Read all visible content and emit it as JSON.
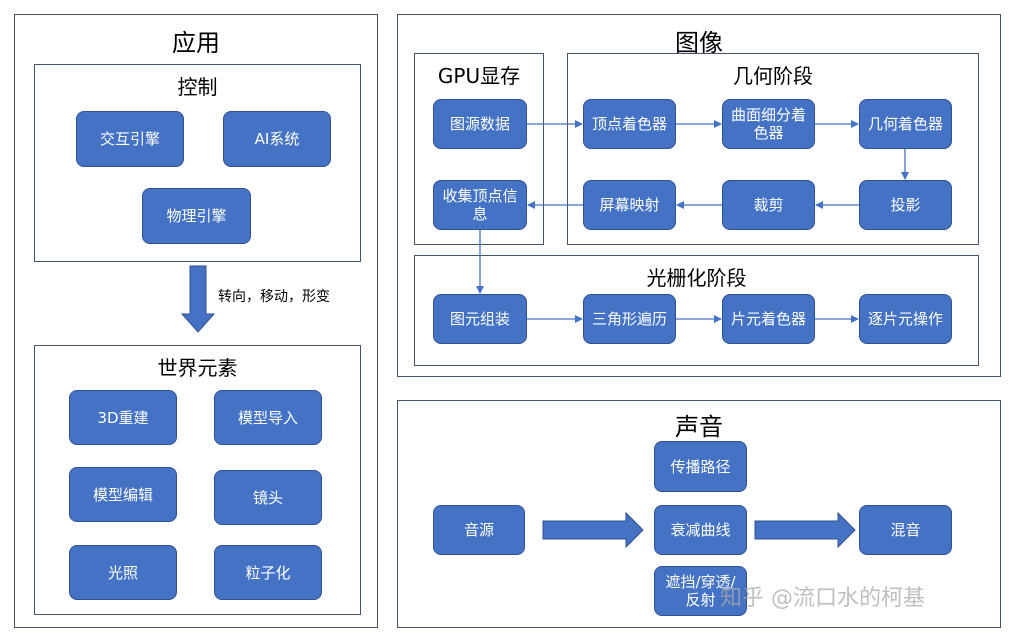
{
  "app": {
    "title": "应用",
    "control": {
      "title": "控制",
      "nodes": [
        "交互引擎",
        "AI系统",
        "物理引擎"
      ]
    },
    "arrow_label": "转向，移动，形变",
    "world": {
      "title": "世界元素",
      "nodes": [
        "3D重建",
        "模型导入",
        "模型编辑",
        "镜头",
        "光照",
        "粒子化"
      ]
    }
  },
  "image": {
    "title": "图像",
    "gpu": {
      "title": "GPU显存",
      "nodes": [
        "图源数据",
        "收集顶点信息"
      ]
    },
    "geometry": {
      "title": "几何阶段",
      "nodes": [
        "顶点着色器",
        "曲面细分着色器",
        "几何着色器",
        "投影",
        "裁剪",
        "屏幕映射"
      ]
    },
    "raster": {
      "title": "光栅化阶段",
      "nodes": [
        "图元组装",
        "三角形遍历",
        "片元着色器",
        "逐片元操作"
      ]
    }
  },
  "sound": {
    "title": "声音",
    "nodes": [
      "音源",
      "传播路径",
      "衰减曲线",
      "遮挡/穿透/反射",
      "混音"
    ]
  },
  "watermark": "知乎 @流口水的柯基",
  "colors": {
    "node_fill": "#4472c4",
    "node_border": "#2f528f",
    "panel_border": "#44546a",
    "arrow": "#4472c4"
  }
}
